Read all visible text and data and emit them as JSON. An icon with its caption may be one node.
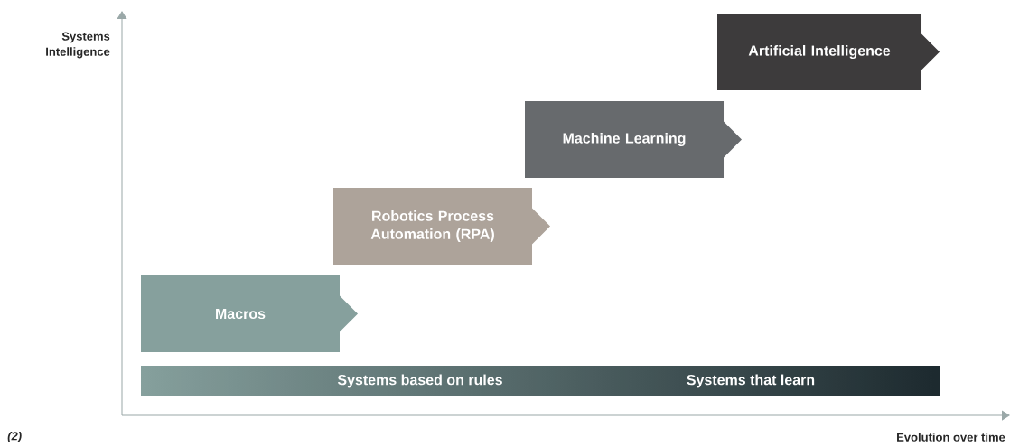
{
  "diagram": {
    "nodes": [
      {
        "text": [
          "Macros"
        ]
      },
      {
        "text": [
          "Robotics Process Automation (RPA)"
        ]
      },
      {
        "text": [
          "Machine Learning"
        ]
      },
      {
        "text": [
          "Artificial Intelligence"
        ]
      },
      {
        "text": [
          "Systems based on rules",
          "Systems that learn"
        ]
      }
    ],
    "labels": [
      "Systems Intelligence",
      "(2)",
      "Evolution over time"
    ]
  }
}
